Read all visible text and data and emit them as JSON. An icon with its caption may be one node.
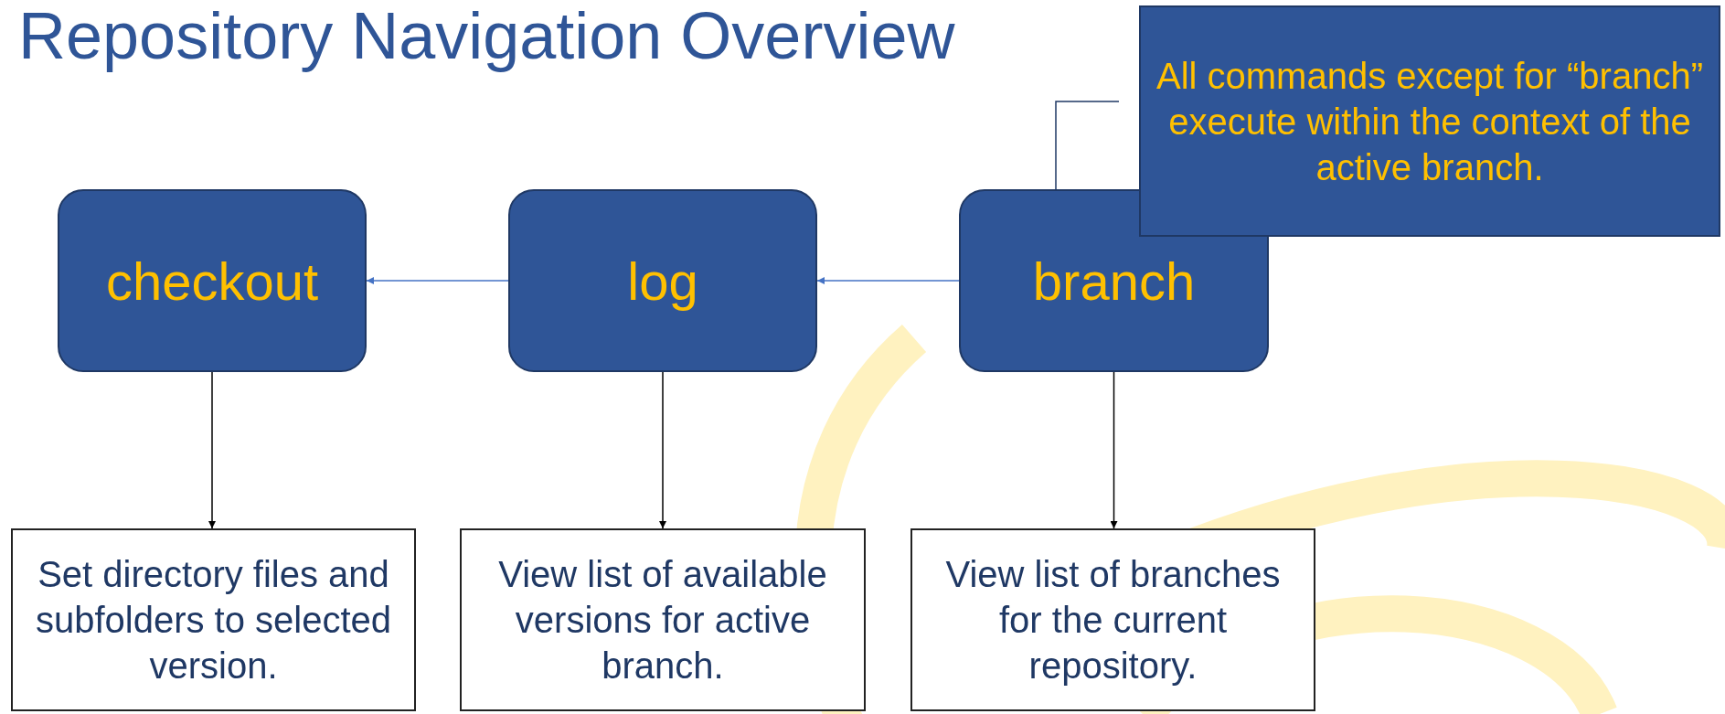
{
  "diagram": {
    "title": "Repository Navigation Overview",
    "nodes": [
      {
        "text": [
          "checkout"
        ]
      },
      {
        "text": [
          "log"
        ]
      },
      {
        "text": [
          "branch"
        ]
      },
      {
        "text": [
          "Set directory files and subfolders to selected version."
        ]
      },
      {
        "text": [
          "View list of available versions for active branch."
        ]
      },
      {
        "text": [
          "View list of branches for the current repository."
        ]
      },
      {
        "text": [
          "All commands except for “branch” execute within the context of the active branch."
        ]
      }
    ],
    "edges": [
      {
        "from": 2,
        "to": 1,
        "arrow": "to",
        "color": "#4472c4"
      },
      {
        "from": 1,
        "to": 0,
        "arrow": "to",
        "color": "#4472c4"
      },
      {
        "from": 0,
        "to": 3,
        "arrow": "to"
      },
      {
        "from": 1,
        "to": 4,
        "arrow": "to"
      },
      {
        "from": 2,
        "to": 5,
        "arrow": "to"
      },
      {
        "from": 6,
        "to": 2,
        "arrow": "none",
        "color": "#1f3864"
      }
    ]
  }
}
